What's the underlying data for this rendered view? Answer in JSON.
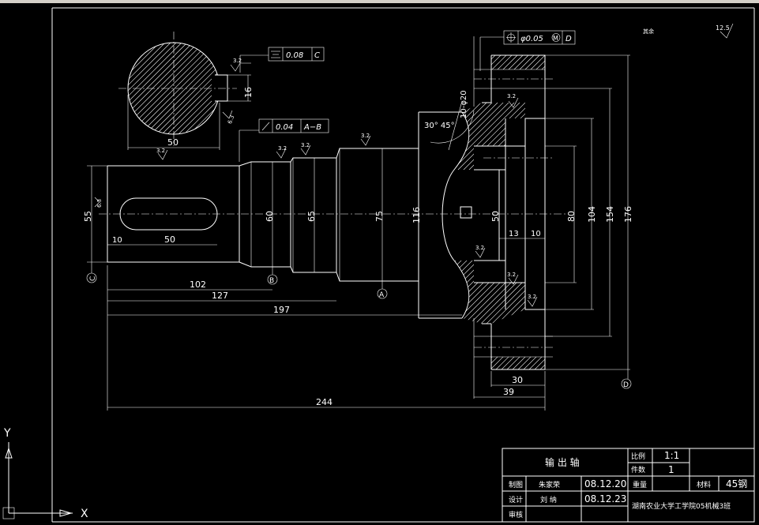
{
  "drawing": {
    "dimensions": {
      "d16": "16",
      "d50_top": "50",
      "d55": "55",
      "d10": "10",
      "d50_key": "50",
      "d102": "102",
      "d127": "127",
      "d197": "197",
      "d244": "244",
      "d60": "60",
      "d65": "65",
      "d75": "75",
      "d116": "116",
      "d50_hub": "50",
      "d13": "13",
      "d10_hub": "10",
      "d80": "80",
      "d104": "104",
      "d154": "154",
      "d176": "176",
      "d30": "30",
      "d39": "39",
      "holes": "10-φ20",
      "angles": "30° 45°"
    },
    "tolerances": {
      "symmetry_value": "0.08",
      "symmetry_datum": "C",
      "runout_value": "0.04",
      "runout_datum": "A−B",
      "position_value": "φ0.05",
      "position_modifier": "M",
      "position_datum": "D"
    },
    "roughness": {
      "r32": "3.2",
      "r63": "6.3",
      "r125": "12.5",
      "note": "其余"
    },
    "datums": {
      "A": "A",
      "B": "B",
      "C": "C",
      "D": "D"
    }
  },
  "ucs": {
    "x_label": "X",
    "y_label": "Y"
  },
  "title_block": {
    "part_name": "输 出 轴",
    "scale_label": "比例",
    "scale_value": "1:1",
    "qty_label": "件数",
    "qty_value": "1",
    "weight_label": "重量",
    "material_label": "材料",
    "material_value": "45钢",
    "draw_label": "制图",
    "draw_name": "朱家荣",
    "draw_date": "08.12.20",
    "design_label": "设计",
    "design_name": "刘 纳",
    "design_date": "08.12.23",
    "review_label": "审核",
    "school": "湖南农业大学工学院05机械3班"
  }
}
